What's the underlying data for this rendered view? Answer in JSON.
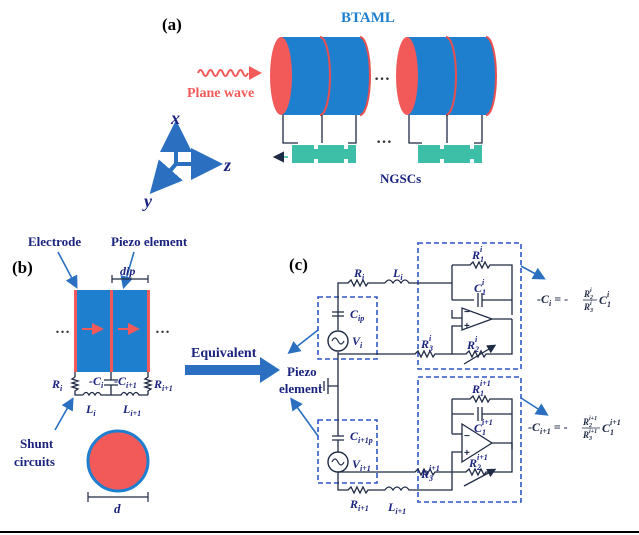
{
  "panel_a": {
    "label": "(a)",
    "title": "BTAML",
    "plane_wave": "Plane wave",
    "ngsc_label": "NGSCs",
    "ellipsis": "…",
    "axis_x": "x",
    "axis_y": "y",
    "axis_z": "z"
  },
  "panel_b": {
    "label": "(b)",
    "electrode": "Electrode",
    "piezo_element": "Piezo element",
    "dip": "dip",
    "r_i": "R",
    "r_i_sub": "i",
    "r_i1": "R",
    "r_i1_sub": "i+1",
    "neg_c_i": "-C",
    "neg_c_i_sub": "i",
    "neg_c_i1": "-C",
    "neg_c_i1_sub": "i+1",
    "l_i": "L",
    "l_i_sub": "i",
    "l_i1": "L",
    "l_i1_sub": "i+1",
    "shunt_line1": "Shunt",
    "shunt_line2": "circuits",
    "d": "d"
  },
  "equivalent": "Equivalent",
  "panel_c": {
    "label": "(c)",
    "piezo_line1": "Piezo",
    "piezo_line2": "element",
    "r_i": "R",
    "r_i_sub": "i",
    "l_i": "L",
    "l_i_sub": "i",
    "c_ip": "C",
    "c_ip_sub": "ip",
    "v_i": "V",
    "v_i_sub": "i",
    "r1_i": "R",
    "r1_i_sub": "1",
    "r1_i_sup": "i",
    "c1_i": "C",
    "c1_i_sub": "1",
    "c1_i_sup": "i",
    "r3_i": "R",
    "r3_i_sub": "3",
    "r3_i_sup": "i",
    "r2_i": "R",
    "r2_i_sub": "2",
    "r2_i_sup": "i",
    "c_i1p": "C",
    "c_i1p_sub": "i+1p",
    "v_i1": "V",
    "v_i1_sub": "i+1",
    "r1_i1": "R",
    "r1_i1_sub": "1",
    "r1_i1_sup": "i+1",
    "c1_i1": "C",
    "c1_i1_sub": "1",
    "c1_i1_sup": "i+1",
    "r3_i1": "R",
    "r3_i1_sub": "3",
    "r3_i1_sup": "i+1",
    "r2_i1": "R",
    "r2_i1_sub": "2",
    "r2_i1_sup": "i+1",
    "r_i1": "R",
    "r_i1_sub": "i+1",
    "l_i1": "L",
    "l_i1_sub": "i+1",
    "plus": "+",
    "minus": "−"
  },
  "formula_1": {
    "lhs": "-C",
    "lhs_sub": "i",
    "eq": " = -",
    "num": "R",
    "num_sub": "2",
    "num_sup": "i",
    "den": "R",
    "den_sub": "3",
    "den_sup": "i",
    "c": "C",
    "c_sub": "1",
    "c_sup": "i"
  },
  "formula_2": {
    "lhs": "-C",
    "lhs_sub": "i+1",
    "eq": " = -",
    "num": "R",
    "num_sub": "2",
    "num_sup": "i+1",
    "den": "R",
    "den_sub": "3",
    "den_sup": "i+1",
    "c": "C",
    "c_sub": "1",
    "c_sup": "i+1"
  },
  "colors": {
    "blue": "#1f7fcf",
    "red": "#f25a5a",
    "teal": "#3cbfa6",
    "arrow_blue": "#2a6fc0",
    "navy": "#1a237e",
    "dash_blue": "#2e56c8"
  }
}
